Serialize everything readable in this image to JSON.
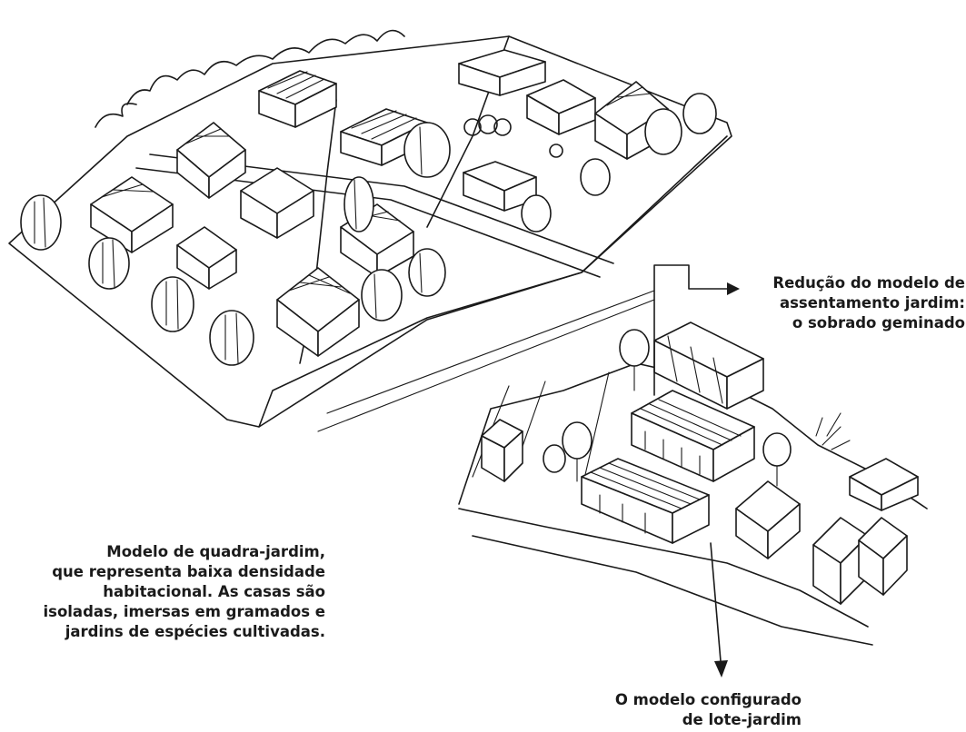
{
  "captions": {
    "left": [
      "Modelo de quadra-jardim,",
      "que representa baixa densidade",
      "habitacional. As casas são",
      "isoladas, imersas em gramados e",
      "jardins de espécies cultivadas."
    ],
    "top_right": [
      "Redução do modelo de",
      "assentamento jardim:",
      "o sobrado geminado"
    ],
    "bottom": [
      "O modelo configurado",
      "de lote-jardim"
    ]
  },
  "colors": {
    "ink": "#1a1a1a",
    "paper": "#ffffff"
  }
}
